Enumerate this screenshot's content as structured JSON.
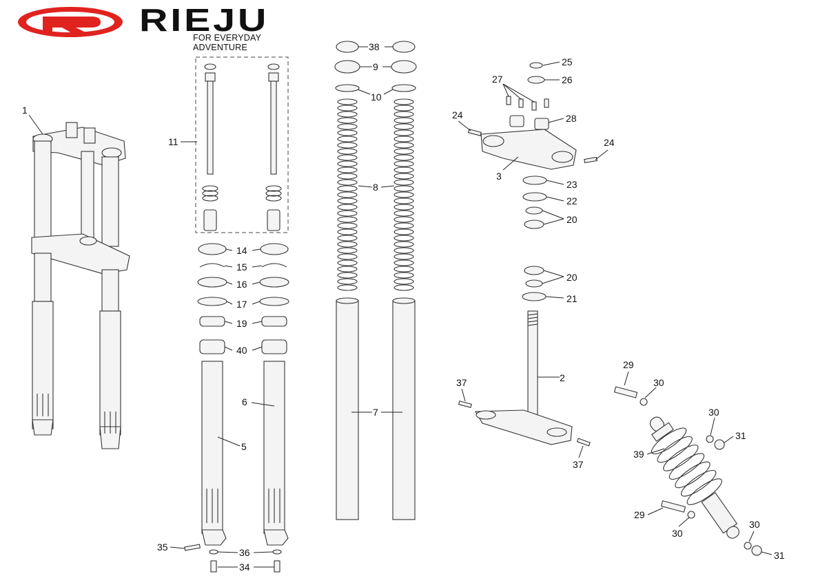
{
  "brand": {
    "logo_letter": "R",
    "name": "RIEJU",
    "tagline": "FOR EVERYDAY ADVENTURE",
    "brand_color": "#e0231f"
  },
  "callouts": [
    {
      "id": "1",
      "text": "1"
    },
    {
      "id": "2",
      "text": "2"
    },
    {
      "id": "3",
      "text": "3"
    },
    {
      "id": "5",
      "text": "5"
    },
    {
      "id": "6",
      "text": "6"
    },
    {
      "id": "7",
      "text": "7"
    },
    {
      "id": "8",
      "text": "8"
    },
    {
      "id": "9",
      "text": "9"
    },
    {
      "id": "10",
      "text": "10"
    },
    {
      "id": "11",
      "text": "11"
    },
    {
      "id": "14",
      "text": "14"
    },
    {
      "id": "15",
      "text": "15"
    },
    {
      "id": "16",
      "text": "16"
    },
    {
      "id": "17",
      "text": "17"
    },
    {
      "id": "19",
      "text": "19"
    },
    {
      "id": "20a",
      "text": "20"
    },
    {
      "id": "20b",
      "text": "20"
    },
    {
      "id": "21",
      "text": "21"
    },
    {
      "id": "22",
      "text": "22"
    },
    {
      "id": "23",
      "text": "23"
    },
    {
      "id": "24a",
      "text": "24"
    },
    {
      "id": "24b",
      "text": "24"
    },
    {
      "id": "25",
      "text": "25"
    },
    {
      "id": "26",
      "text": "26"
    },
    {
      "id": "27",
      "text": "27"
    },
    {
      "id": "28",
      "text": "28"
    },
    {
      "id": "29a",
      "text": "29"
    },
    {
      "id": "29b",
      "text": "29"
    },
    {
      "id": "30a",
      "text": "30"
    },
    {
      "id": "30b",
      "text": "30"
    },
    {
      "id": "30c",
      "text": "30"
    },
    {
      "id": "30d",
      "text": "30"
    },
    {
      "id": "31a",
      "text": "31"
    },
    {
      "id": "31b",
      "text": "31"
    },
    {
      "id": "34",
      "text": "34"
    },
    {
      "id": "35",
      "text": "35"
    },
    {
      "id": "36",
      "text": "36"
    },
    {
      "id": "37a",
      "text": "37"
    },
    {
      "id": "37b",
      "text": "37"
    },
    {
      "id": "38",
      "text": "38"
    },
    {
      "id": "39",
      "text": "39"
    },
    {
      "id": "40",
      "text": "40"
    }
  ]
}
